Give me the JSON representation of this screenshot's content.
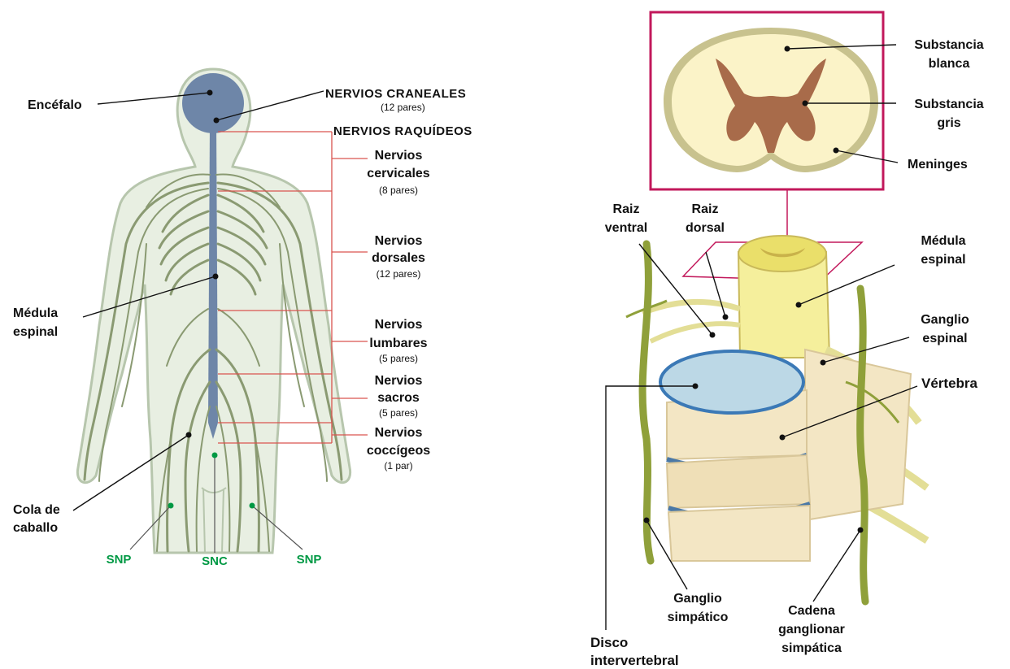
{
  "left_figure": {
    "labels": {
      "encefalo": "Encéfalo",
      "nervios_craneales": "NERVIOS CRANEALES",
      "nervios_craneales_count": "(12 pares)",
      "nervios_raquideos": "NERVIOS RAQUÍDEOS",
      "cervicales_1": "Nervios",
      "cervicales_2": "cervicales",
      "cervicales_count": "(8 pares)",
      "dorsales_1": "Nervios",
      "dorsales_2": "dorsales",
      "dorsales_count": "(12 pares)",
      "lumbares_1": "Nervios",
      "lumbares_2": "lumbares",
      "lumbares_count": "(5 pares)",
      "sacros_1": "Nervios",
      "sacros_2": "sacros",
      "sacros_count": "(5 pares)",
      "coccigeos_1": "Nervios",
      "coccigeos_2": "coccígeos",
      "coccigeos_count": "(1 par)",
      "medula_1": "Médula",
      "medula_2": "espinal",
      "cola_1": "Cola de",
      "cola_2": "caballo",
      "snp_left": "SNP",
      "snc": "SNC",
      "snp_right": "SNP"
    },
    "colors": {
      "body_fill": "#e8efe2",
      "body_outline": "#b7c6ad",
      "cns": "#6e86a8",
      "nerves": "#8a9a72",
      "brace": "#d9534f",
      "snp_snc": "#009944"
    }
  },
  "right_figure": {
    "labels": {
      "substancia_blanca_1": "Substancia",
      "substancia_blanca_2": "blanca",
      "substancia_gris_1": "Substancia",
      "substancia_gris_2": "gris",
      "meninges": "Meninges",
      "raiz_ventral_1": "Raiz",
      "raiz_ventral_2": "ventral",
      "raiz_dorsal_1": "Raiz",
      "raiz_dorsal_2": "dorsal",
      "medula_1": "Médula",
      "medula_2": "espinal",
      "ganglio_espinal_1": "Ganglio",
      "ganglio_espinal_2": "espinal",
      "vertebra": "Vértebra",
      "ganglio_simpatico_1": "Ganglio",
      "ganglio_simpatico_2": "simpático",
      "cadena_1": "Cadena",
      "cadena_2": "ganglionar",
      "cadena_3": "simpática",
      "disco_1": "Disco",
      "disco_2": "intervertebral"
    },
    "colors": {
      "frame": "#c2185b",
      "white_matter": "#fbf3c8",
      "grey_matter": "#a86b4a",
      "meninges": "#c8c28e",
      "vertebra": "#f3e6c4",
      "disc": "#bcd8e6",
      "disc_rim": "#3b79b6",
      "sympathetic_chain": "#8fa03a"
    }
  }
}
